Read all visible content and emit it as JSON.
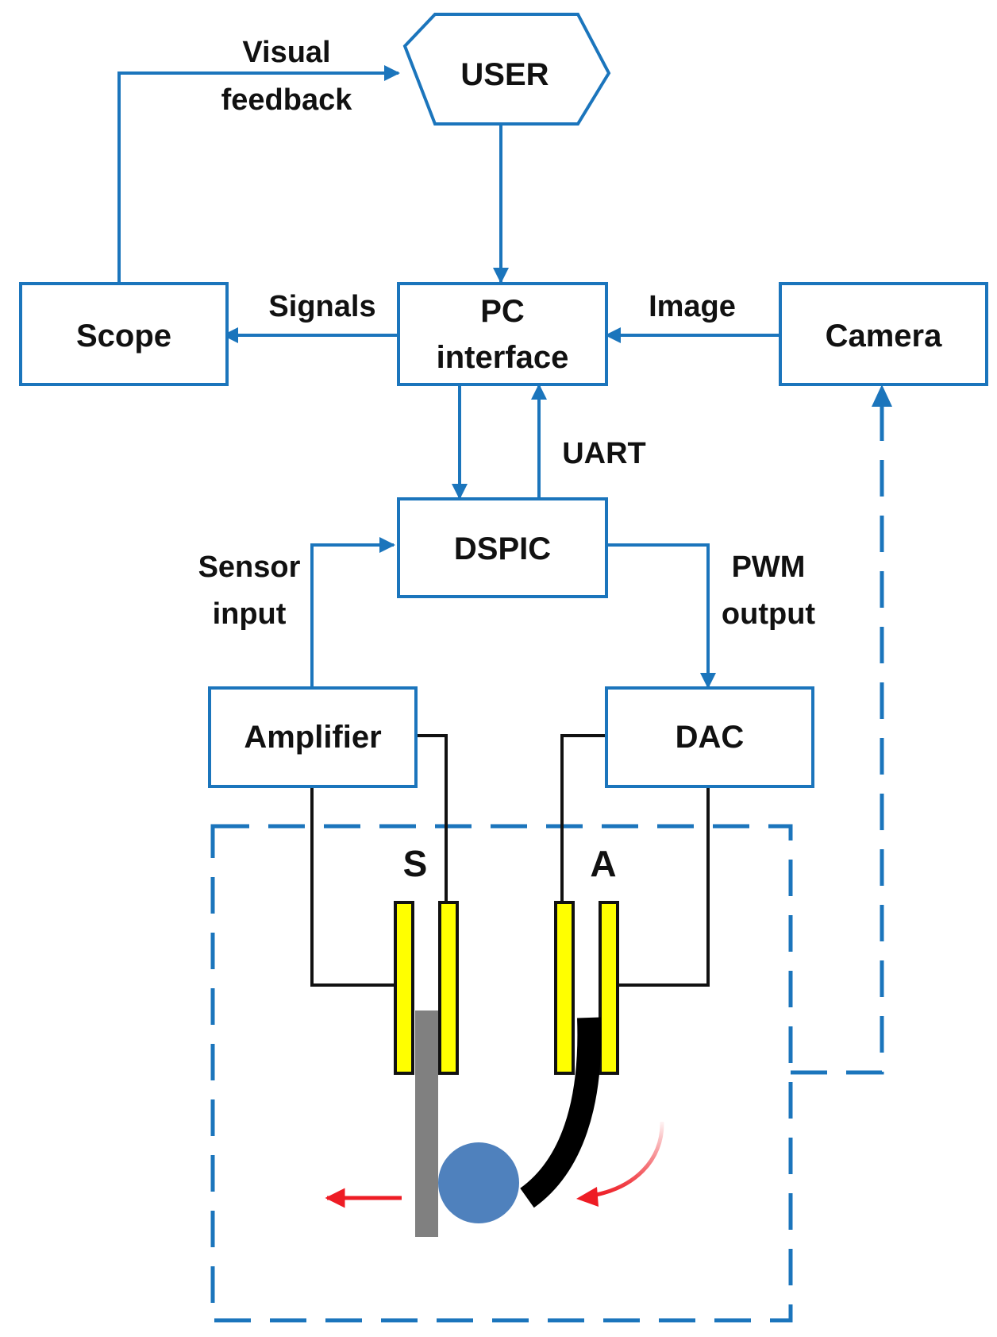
{
  "nodes": {
    "user": "USER",
    "scope": "Scope",
    "pc_interface": [
      "PC",
      "interface"
    ],
    "camera": "Camera",
    "dspic": "DSPIC",
    "amplifier": "Amplifier",
    "dac": "DAC",
    "sensor_plate_label": "S",
    "actuator_plate_label": "A"
  },
  "edges": {
    "visual_feedback": [
      "Visual",
      "feedback"
    ],
    "signals": "Signals",
    "image": "Image",
    "uart": "UART",
    "sensor_input": [
      "Sensor",
      "input"
    ],
    "pwm_output": [
      "PWM",
      "output"
    ]
  },
  "colors": {
    "flow": "#1b75bc",
    "wire": "#111111",
    "plate": "#ffff00",
    "sensor_beam": "#808080",
    "ball": "#4f81bd",
    "motion_arrow": "#ee1c24"
  }
}
